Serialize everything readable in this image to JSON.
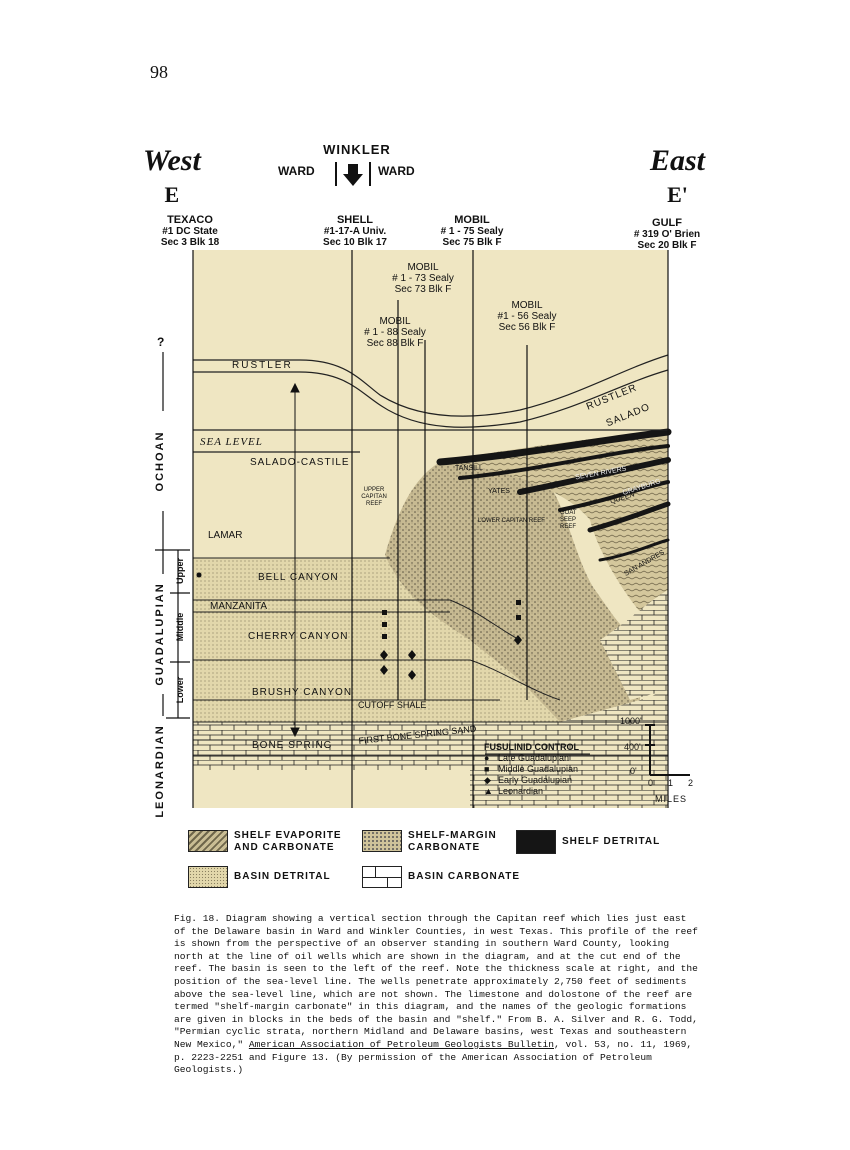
{
  "page_number": "98",
  "header": {
    "west_label": "West",
    "west_sub": "E",
    "east_label": "East",
    "east_sub": "E'",
    "county": "WINKLER",
    "ward_left": "WARD",
    "ward_right": "WARD"
  },
  "wells": [
    {
      "lines": [
        "TEXACO",
        "#1 DC State",
        "Sec 3 Blk 18"
      ]
    },
    {
      "lines": [
        "SHELL",
        "#1-17-A Univ.",
        "Sec 10 Blk 17"
      ]
    },
    {
      "lines": [
        "MOBIL",
        "# 1 - 75 Sealy",
        "Sec 75 Blk F"
      ]
    },
    {
      "lines": [
        "GULF",
        "# 319 O' Brien",
        "Sec 20 Blk F"
      ]
    },
    {
      "lines": [
        "MOBIL",
        "# 1 - 73 Sealy",
        "Sec 73 Blk F"
      ]
    },
    {
      "lines": [
        "MOBIL",
        "# 1 - 88 Sealy",
        "Sec 88 Blk F"
      ]
    },
    {
      "lines": [
        "MOBIL",
        "#1 - 56 Sealy",
        "Sec 56 Blk F"
      ]
    }
  ],
  "formations": {
    "rustler": "RUSTLER",
    "sea_level": "SEA LEVEL",
    "salado_castile": "SALADO-CASTILE",
    "lamar": "LAMAR",
    "bell_canyon": "BELL CANYON",
    "manzanita": "MANZANITA",
    "cherry_canyon": "CHERRY CANYON",
    "brushy_canyon": "BRUSHY CANYON",
    "cutoff_shale": "CUTOFF SHALE",
    "bone_spring": "BONE SPRING",
    "first_bone_spring_sand": "FIRST BONE SPRING SAND",
    "upper_capitan_reef": "UPPER CAPITAN REEF",
    "lower_capitan_reef": "LOWER CAPITAN REEF",
    "goat_seep_reef": "GOAT SEEP REEF",
    "tansill": "TANSILL",
    "yates": "YATES",
    "seven_rivers": "SEVEN RIVERS",
    "queen": "QUEEN",
    "grayburg": "GRAYBURG",
    "san_andres": "SAN ANDRES",
    "rustler_right": "RUSTLER",
    "salado_right": "SALADO"
  },
  "stratigraphy": {
    "ochoan": "OCHOAN",
    "guadalupian": "GUADALUPIAN",
    "upper": "Upper",
    "middle": "Middle",
    "lower": "Lower",
    "leonardian": "LEONARDIAN",
    "question": "?"
  },
  "fusulinid": {
    "title": "FUSULINID CONTROL",
    "items": [
      {
        "symbol": "●",
        "label": "Late Guadalupian"
      },
      {
        "symbol": "■",
        "label": "Middle Guadalupian"
      },
      {
        "symbol": "◆",
        "label": "Early Guadalupian"
      },
      {
        "symbol": "▲",
        "label": "Leonardian"
      }
    ]
  },
  "scale": {
    "v1000": "1000'",
    "v400": "400'",
    "v0": "0'",
    "h0": "0",
    "h1": "1",
    "h2": "2",
    "miles": "MILES"
  },
  "legend": {
    "shelf_evaporite": [
      "SHELF EVAPORITE",
      "AND CARBONATE"
    ],
    "shelf_margin": [
      "SHELF-MARGIN",
      "CARBONATE"
    ],
    "shelf_detrital": "SHELF DETRITAL",
    "basin_detrital": "BASIN DETRITAL",
    "basin_carbonate": "BASIN CARBONATE"
  },
  "caption": {
    "text": "Fig. 18. Diagram showing a vertical section through the Capitan reef which lies just east of the Delaware basin in Ward and Winkler Counties, in west Texas. This profile of the reef is shown from the perspective of an observer standing in southern Ward County, looking north at the line of oil wells which are shown in the diagram, and at the cut end of the reef. The basin is seen to the left of the reef. Note the thickness scale at right, and the position of the sea-level line. The wells penetrate approximately 2,750 feet of sediments above the sea-level line, which are not shown. The limestone and dolostone of the reef are termed \"shelf-margin carbonate\" in this diagram, and the names of the geologic formations are given in blocks in the beds of the basin and \"shelf.\" From B. A. Silver and R. G. Todd, \"Permian cyclic strata, northern Midland and Delaware basins, west Texas and southeastern New Mexico,\"",
    "journal": "American Association of Petroleum Geologists Bulletin",
    "citation_end": ", vol. 53, no. 11, 1969, p. 2223-2251 and Figure 13. (By permission of the American Association of Petroleum Geologists.)"
  },
  "colors": {
    "paper": "#efe6c2",
    "ink": "#1a1a1a",
    "basin_detrital": "#ddd2a6",
    "reef": "#bdb08a",
    "shelf_detrital": "#1c1c1c"
  }
}
